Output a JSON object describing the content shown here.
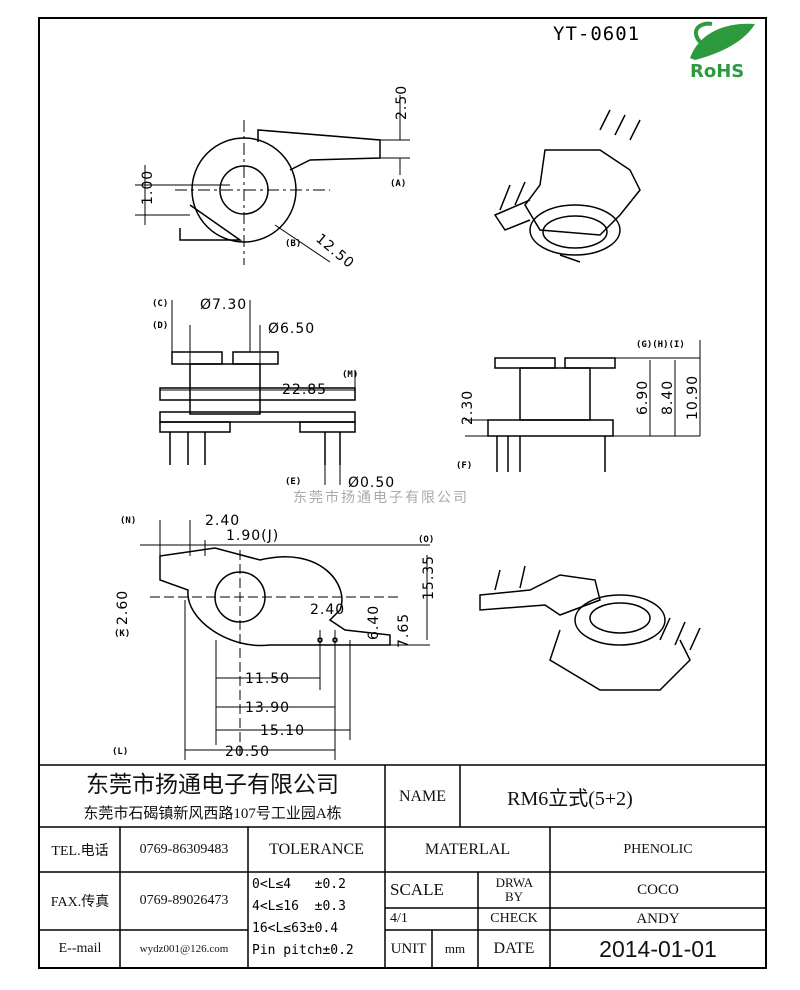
{
  "header": {
    "drawing_no": "YT-0601",
    "rohs_logo": "RoHS"
  },
  "watermark": "东莞市扬通电子有限公司",
  "top_view": {
    "dim_250": "2.50",
    "ref_a": "(A)",
    "dim_100": "1.00",
    "ref_b": "(B)",
    "dim_1250": "12.50"
  },
  "front_view": {
    "ref_c": "(C)",
    "dia_730": "Ø7.30",
    "ref_d": "(D)",
    "dia_650": "Ø6.50",
    "dim_2285": "22.85",
    "ref_m": "(M)",
    "ref_e": "(E)",
    "dia_050": "Ø0.50"
  },
  "side_view": {
    "dim_230": "2.30",
    "ref_f": "(F)",
    "ref_ghi": "(G)(H)(I)",
    "dim_690": "6.90",
    "dim_840": "8.40",
    "dim_1090": "10.90"
  },
  "bottom_view": {
    "ref_n": "(N)",
    "dim_240a": "2.40",
    "dim_190j": "1.90(J)",
    "ref_o": "(O)",
    "dim_260": "2.60",
    "ref_k": "(K)",
    "dim_240b": "2.40",
    "dim_640": "6.40",
    "dim_765": "7.65",
    "dim_1535": "15.35",
    "dim_1150": "11.50",
    "dim_1390": "13.90",
    "dim_1510": "15.10",
    "ref_l": "(L)",
    "dim_2050": "20.50"
  },
  "title_block": {
    "company": "东莞市扬通电子有限公司",
    "address": "东莞市石碣镇新风西路107号工业园A栋",
    "name_label": "NAME",
    "name_value": "RM6立式(5+2)",
    "tel_label": "TEL.电话",
    "tel_value": "0769-86309483",
    "fax_label": "FAX.传真",
    "fax_value": "0769-89026473",
    "email_label": "E--mail",
    "email_value": "wydz001@126.com",
    "tolerance_label": "TOLERANCE",
    "tolerances": [
      "0<L≤4   ±0.2",
      "4<L≤16  ±0.3",
      "16<L≤63±0.4",
      "Pin pitch±0.2"
    ],
    "material_label": "MATERLAL",
    "material_value": "PHENOLIC",
    "scale_label": "SCALE",
    "scale_value": "4/1",
    "drawn_by_label": "DRWA BY",
    "drawn_by_value": "COCO",
    "check_label": "CHECK",
    "check_value": "ANDY",
    "unit_label": "UNIT",
    "unit_value": "mm",
    "date_label": "DATE",
    "date_value": "2014-01-01"
  }
}
